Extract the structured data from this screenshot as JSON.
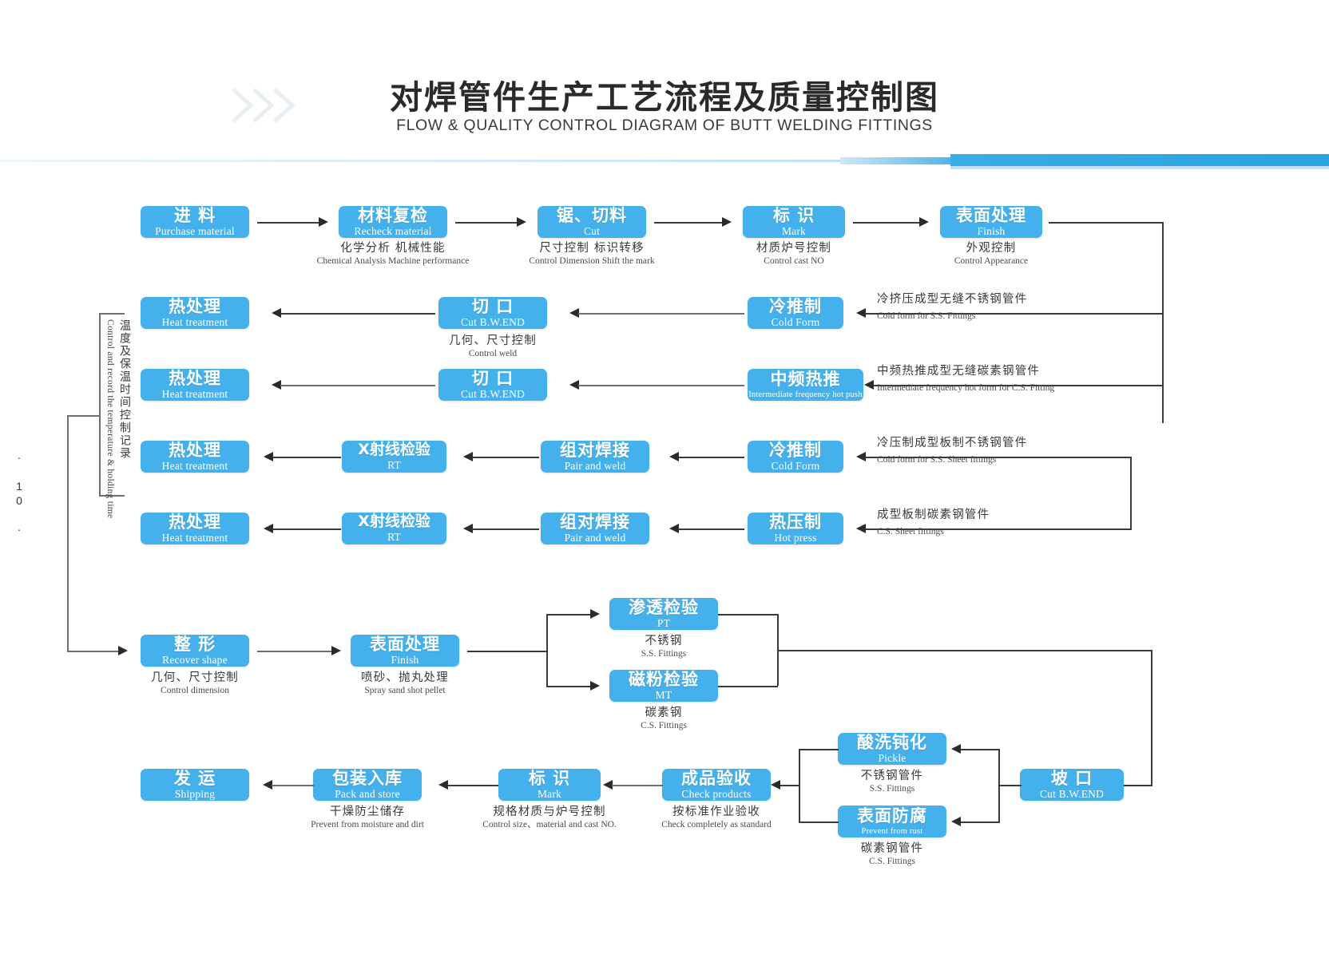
{
  "header": {
    "title_cn": "对焊管件生产工艺流程及质量控制图",
    "title_en": "FLOW & QUALITY CONTROL DIAGRAM OF BUTT WELDING FITTINGS",
    "page_number": "· 10 ·"
  },
  "loop_label": {
    "cn": "温度及保温时间控制记录",
    "en": "Control and record the temperature & holding time"
  },
  "nodes": {
    "purchase_material": {
      "cn": "进 料",
      "en": "Purchase material"
    },
    "recheck_material": {
      "cn": "材料复检",
      "en": "Recheck material"
    },
    "cut": {
      "cn": "锯、切料",
      "en": "Cut"
    },
    "mark_top": {
      "cn": "标 识",
      "en": "Mark"
    },
    "finish_top": {
      "cn": "表面处理",
      "en": "Finish"
    },
    "heat_treatment_1": {
      "cn": "热处理",
      "en": "Heat treatment"
    },
    "heat_treatment_2": {
      "cn": "热处理",
      "en": "Heat treatment"
    },
    "heat_treatment_3": {
      "cn": "热处理",
      "en": "Heat treatment"
    },
    "heat_treatment_4": {
      "cn": "热处理",
      "en": "Heat treatment"
    },
    "cut_bw_end_1": {
      "cn": "切 口",
      "en": "Cut B.W.END"
    },
    "cut_bw_end_2": {
      "cn": "切 口",
      "en": "Cut B.W.END"
    },
    "rt_1": {
      "cn": "X射线检验",
      "en": "RT"
    },
    "rt_2": {
      "cn": "X射线检验",
      "en": "RT"
    },
    "pair_and_weld_1": {
      "cn": "组对焊接",
      "en": "Pair and weld"
    },
    "pair_and_weld_2": {
      "cn": "组对焊接",
      "en": "Pair and weld"
    },
    "cold_form_1": {
      "cn": "冷推制",
      "en": "Cold Form"
    },
    "intermediate_hot_push": {
      "cn": "中频热推",
      "en": "Intermediate frequency  hot push"
    },
    "cold_form_2": {
      "cn": "冷推制",
      "en": "Cold Form"
    },
    "hot_press": {
      "cn": "热压制",
      "en": "Hot press"
    },
    "recover_shape": {
      "cn": "整 形",
      "en": "Recover shape"
    },
    "finish_mid": {
      "cn": "表面处理",
      "en": "Finish"
    },
    "pt": {
      "cn": "渗透检验",
      "en": "PT"
    },
    "mt": {
      "cn": "磁粉检验",
      "en": "MT"
    },
    "pickle": {
      "cn": "酸洗钝化",
      "en": "Pickle"
    },
    "prevent_from_rust": {
      "cn": "表面防腐",
      "en": "Prevent from rust"
    },
    "cut_bw_end_bevel": {
      "cn": "坡 口",
      "en": "Cut B.W.END"
    },
    "check_products": {
      "cn": "成品验收",
      "en": "Check products"
    },
    "mark_bottom": {
      "cn": "标 识",
      "en": "Mark"
    },
    "pack_and_store": {
      "cn": "包装入库",
      "en": "Pack and store"
    },
    "shipping": {
      "cn": "发 运",
      "en": "Shipping"
    }
  },
  "captions": {
    "recheck_material": {
      "cn": "化学分析  机械性能",
      "en": "Chemical Analysis  Machine performance"
    },
    "cut": {
      "cn": "尺寸控制  标识转移",
      "en": "Control Dimension   Shift the mark"
    },
    "mark_top": {
      "cn": "材质炉号控制",
      "en": "Control cast NO"
    },
    "finish_top": {
      "cn": "外观控制",
      "en": "Control Appearance"
    },
    "cut_bw_end_1": {
      "cn": "几何、尺寸控制",
      "en": "Control weld"
    },
    "cold_form_1": {
      "cn": "冷挤压成型无缝不锈钢管件",
      "en": "Cold form for S.S. Fittings"
    },
    "intermediate_hot_push": {
      "cn": "中频热推成型无缝碳素钢管件",
      "en": "Intermediate frequency hot form for C.S. Fitting"
    },
    "cold_form_2": {
      "cn": "冷压制成型板制不锈钢管件",
      "en": "Cold form for S.S. Sheet fittings"
    },
    "hot_press": {
      "cn": "成型板制碳素钢管件",
      "en": "C.S. Sheet fittings"
    },
    "recover_shape": {
      "cn": "几何、尺寸控制",
      "en": "Control dimension"
    },
    "finish_mid": {
      "cn": "喷砂、抛丸处理",
      "en": "Spray sand shot pellet"
    },
    "pt": {
      "cn": "不锈钢",
      "en": "S.S. Fittings"
    },
    "mt": {
      "cn": "碳素钢",
      "en": "C.S. Fittings"
    },
    "pickle": {
      "cn": "不锈钢管件",
      "en": "S.S. Fittings"
    },
    "prevent_from_rust": {
      "cn": "碳素钢管件",
      "en": "C.S. Fittings"
    },
    "check_products": {
      "cn": "按标准作业验收",
      "en": "Check completely as standard"
    },
    "mark_bottom": {
      "cn": "规格材质与炉号控制",
      "en": "Control size、material and cast NO."
    },
    "pack_and_store": {
      "cn": "干燥防尘储存",
      "en": "Prevent from moisture and dirt"
    }
  },
  "colors": {
    "node_fill": "#44b1ec",
    "accent_bar": "#2aa3e0",
    "line": "#3a3a3a"
  }
}
